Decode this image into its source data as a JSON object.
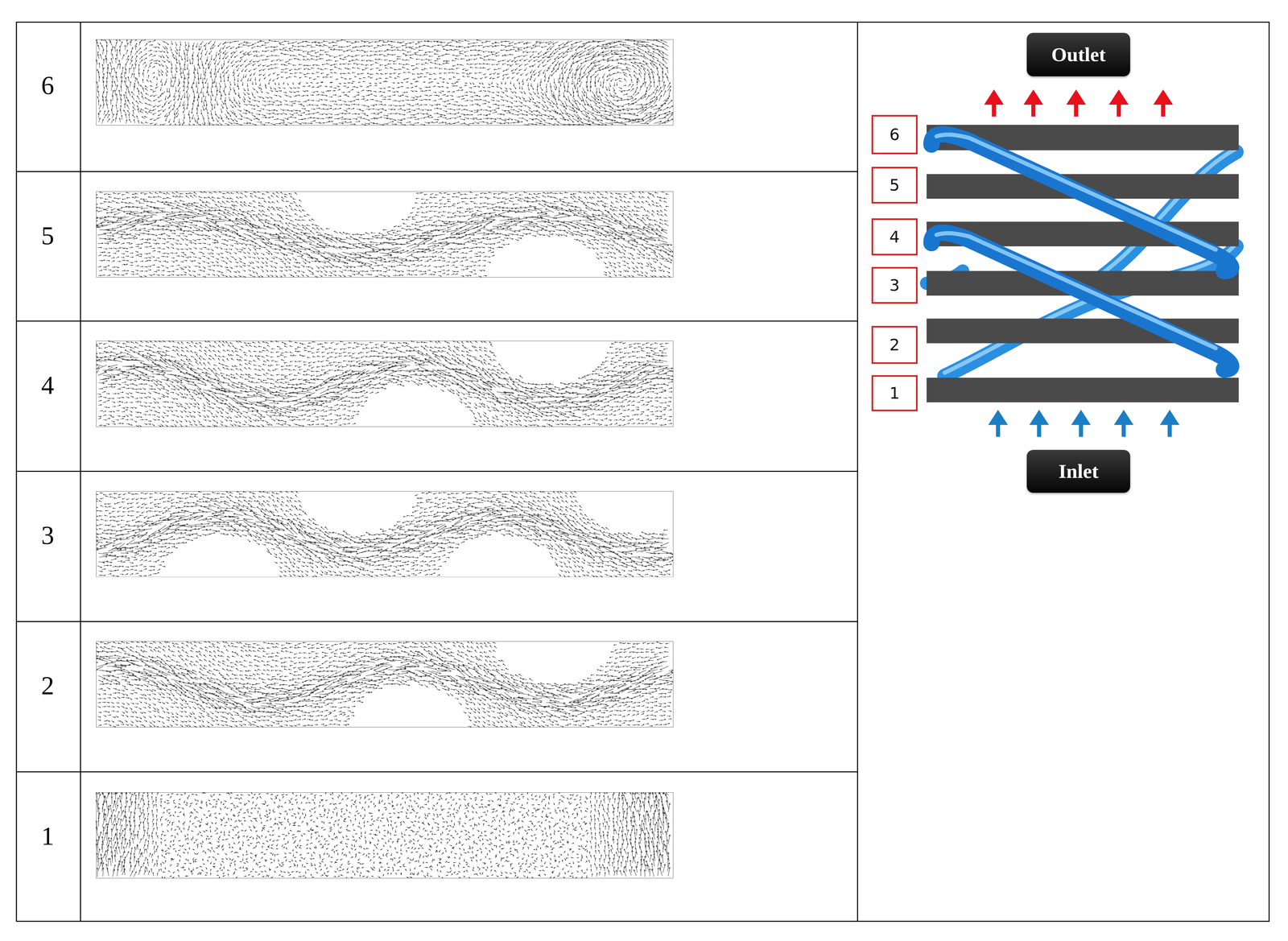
{
  "diagram": {
    "nodes": [
      {
        "text": [
          "Outlet"
        ]
      },
      {
        "text": [
          "6"
        ]
      },
      {
        "text": [
          "5"
        ]
      },
      {
        "text": [
          "4"
        ]
      },
      {
        "text": [
          "3"
        ]
      },
      {
        "text": [
          "2"
        ]
      },
      {
        "text": [
          "1"
        ]
      },
      {
        "text": [
          "Inlet"
        ]
      }
    ],
    "labels": [
      "6",
      "5",
      "4",
      "3",
      "2",
      "1"
    ]
  }
}
